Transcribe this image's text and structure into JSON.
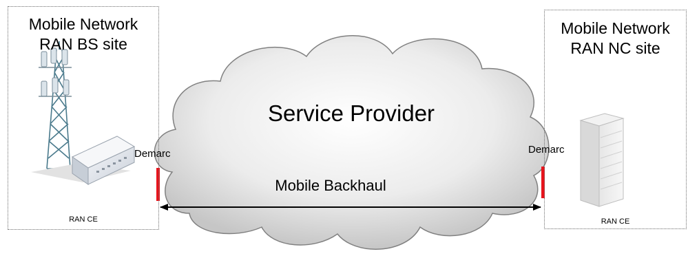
{
  "left_site": {
    "title_line1": "Mobile Network",
    "title_line2": "RAN BS site",
    "device_label": "RAN CE",
    "demarc_label": "Demarc"
  },
  "right_site": {
    "title_line1": "Mobile Network",
    "title_line2": "RAN NC site",
    "device_label": "RAN CE",
    "demarc_label": "Demarc"
  },
  "cloud": {
    "title": "Service Provider",
    "link_label": "Mobile Backhaul"
  },
  "colors": {
    "demarc": "#e8141c",
    "cloud_fill_light": "#ffffff",
    "cloud_fill_dark": "#c8c8c8",
    "border": "#6b6b6b"
  }
}
